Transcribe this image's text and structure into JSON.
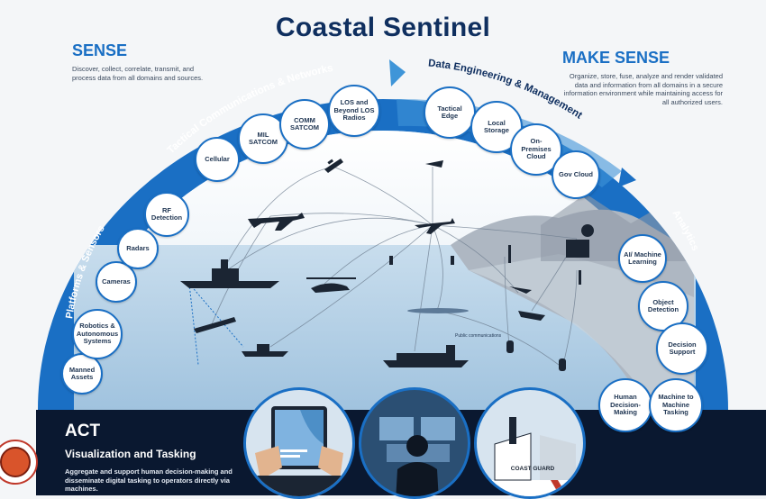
{
  "title": "Coastal Sentinel",
  "sense": {
    "heading": "SENSE",
    "text": "Discover, collect, correlate, transmit, and process data from all domains and sources."
  },
  "make_sense": {
    "heading": "MAKE SENSE",
    "text": "Organize, store, fuse, analyze and render validated data and information from all domains in a secure information environment while maintaining access for all authorized users."
  },
  "arcs": {
    "platforms": "Platforms & Sensors",
    "tactical": "Tactical Communications & Networks",
    "data_eng": "Data Engineering & Management",
    "analytics": "Analytics"
  },
  "platform_nodes": [
    "Manned Assets",
    "Robotics & Autonomous Systems",
    "Cameras",
    "Radars",
    "RF Detection"
  ],
  "comm_nodes": [
    "Cellular",
    "MIL SATCOM",
    "COMM SATCOM",
    "LOS and Beyond LOS Radios"
  ],
  "data_nodes": [
    "Tactical Edge",
    "Local Storage",
    "On-Premises Cloud",
    "Gov Cloud"
  ],
  "analytics_nodes": [
    "AI/ Machine Learning",
    "Object Detection",
    "Decision Support"
  ],
  "decision_nodes": [
    "Human Decision-Making",
    "Machine to Machine Tasking"
  ],
  "scene": {
    "public_comms": "Public communications",
    "coast_guard": "COAST GUARD"
  },
  "act": {
    "heading": "ACT",
    "subheading": "Visualization and Tasking",
    "text": "Aggregate and support human decision-making and disseminate digital tasking to operators directly via machines."
  },
  "colors": {
    "accent": "#1a6fc4",
    "dark_navy": "#0a1830",
    "sea": "#b9d4e8",
    "arc_dark": "#1a6fc4",
    "arc_light": "#3f95d8"
  }
}
